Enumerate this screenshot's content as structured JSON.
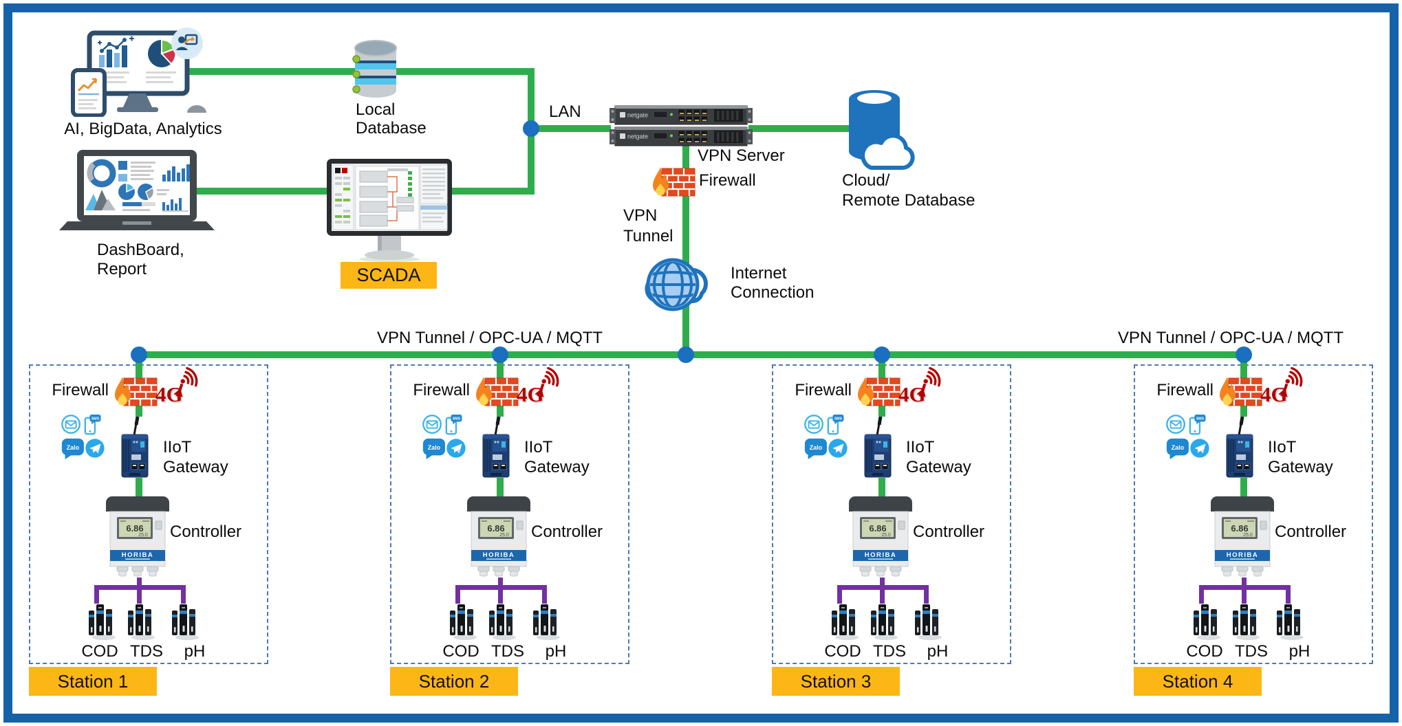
{
  "top": {
    "analytics_label": "AI, BigData, Analytics",
    "local_db_label": [
      "Local",
      "Database"
    ],
    "dashboard_label": [
      "DashBoard,",
      "Report"
    ],
    "scada_label": "SCADA",
    "lan_label": "LAN",
    "vpn_server_label": "VPN Server",
    "server_brand": "netgate",
    "firewall_label": "Firewall",
    "vpn_tunnel_label": [
      "VPN",
      "Tunnel"
    ],
    "internet_label": [
      "Internet",
      "Connection"
    ],
    "cloud_db_label": [
      "Cloud/",
      "Remote Database"
    ]
  },
  "bus": {
    "label_left": "VPN Tunnel / OPC-UA / MQTT",
    "label_right": "VPN Tunnel / OPC-UA / MQTT"
  },
  "station_common": {
    "firewall_label": "Firewall",
    "cellular_label": "4G",
    "zalo_label": "Zalo",
    "sms_label": "SMS",
    "gateway_label": [
      "IIoT",
      "Gateway"
    ],
    "controller_label": "Controller",
    "controller_brand": "HORIBA",
    "controller_display_main": "6.86",
    "controller_display_sub": "25.0",
    "sensor_labels": [
      "COD",
      "TDS",
      "pH"
    ]
  },
  "stations": [
    {
      "name": "Station 1"
    },
    {
      "name": "Station 2"
    },
    {
      "name": "Station 3"
    },
    {
      "name": "Station 4"
    }
  ],
  "colors": {
    "line_green": "#2fad4c",
    "frame_blue": "#1562a9",
    "junction_blue": "#1a6fc0",
    "station_yellow": "#fcb615",
    "connector_purple": "#7230a0",
    "firewall_brick": "#e2491f",
    "cellular_red": "#b30000",
    "icon_blue": "#1f72bc"
  }
}
